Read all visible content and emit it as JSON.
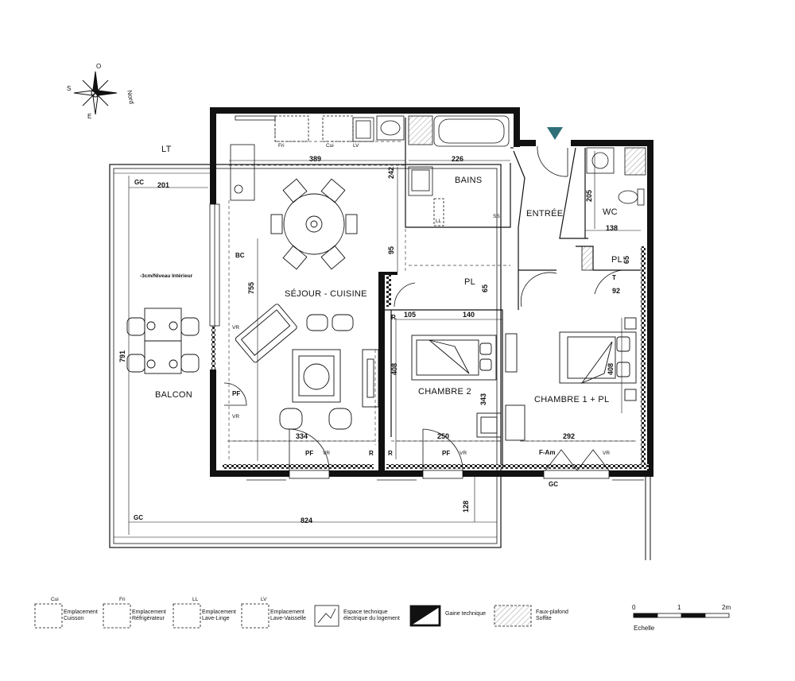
{
  "compass": {
    "n": "Nord",
    "s": "S",
    "e": "E",
    "o": "O"
  },
  "labels": {
    "lt": "LT",
    "gc": "GC",
    "bains": "BAINS",
    "entree": "ENTRÉE",
    "wc": "WC",
    "sejour": "SÉJOUR - CUISINE",
    "chambre1": "CHAMBRE 1 + PL",
    "chambre2": "CHAMBRE 2",
    "balcon": "BALCON",
    "pl": "PL",
    "bc": "BC",
    "vr": "VR",
    "pf": "PF",
    "r": "R",
    "t": "T",
    "fam": "F-Am",
    "ll": "LL",
    "ss": "SS",
    "fri": "Fri",
    "cui": "Cui",
    "lv": "LV",
    "niveau": "-3cm/Niveau Intérieur"
  },
  "dims": {
    "d389": "389",
    "d226": "226",
    "d201": "201",
    "d242": "242",
    "d205": "205",
    "d138": "138",
    "d95": "95",
    "d65": "65",
    "d755": "755",
    "d105": "105",
    "d140": "140",
    "d92": "92",
    "d791": "791",
    "d408": "408",
    "d343": "343",
    "d334": "334",
    "d250": "250",
    "d292": "292",
    "d128": "128",
    "d824": "824"
  },
  "legend": {
    "cuisson_code": "Cui",
    "cuisson": "Emplacement Cuisson",
    "refrig_code": "Fri",
    "refrig": "Emplacement Réfrigérateur",
    "linge_code": "LL",
    "linge": "Emplacement Lave-Linge",
    "vaisselle_code": "LV",
    "vaisselle": "Emplacement Lave-Vaisselle",
    "tech": "Espace technique électrique du logement",
    "gaine": "Gaine technique",
    "plafond": "Faux-plafond Soffite"
  },
  "scale": {
    "zero": "0",
    "one": "1",
    "two": "2m",
    "label": "Echelle"
  },
  "colors": {
    "wall": "#111111",
    "entry_marker": "#2f6f78",
    "dash": "#444444"
  }
}
